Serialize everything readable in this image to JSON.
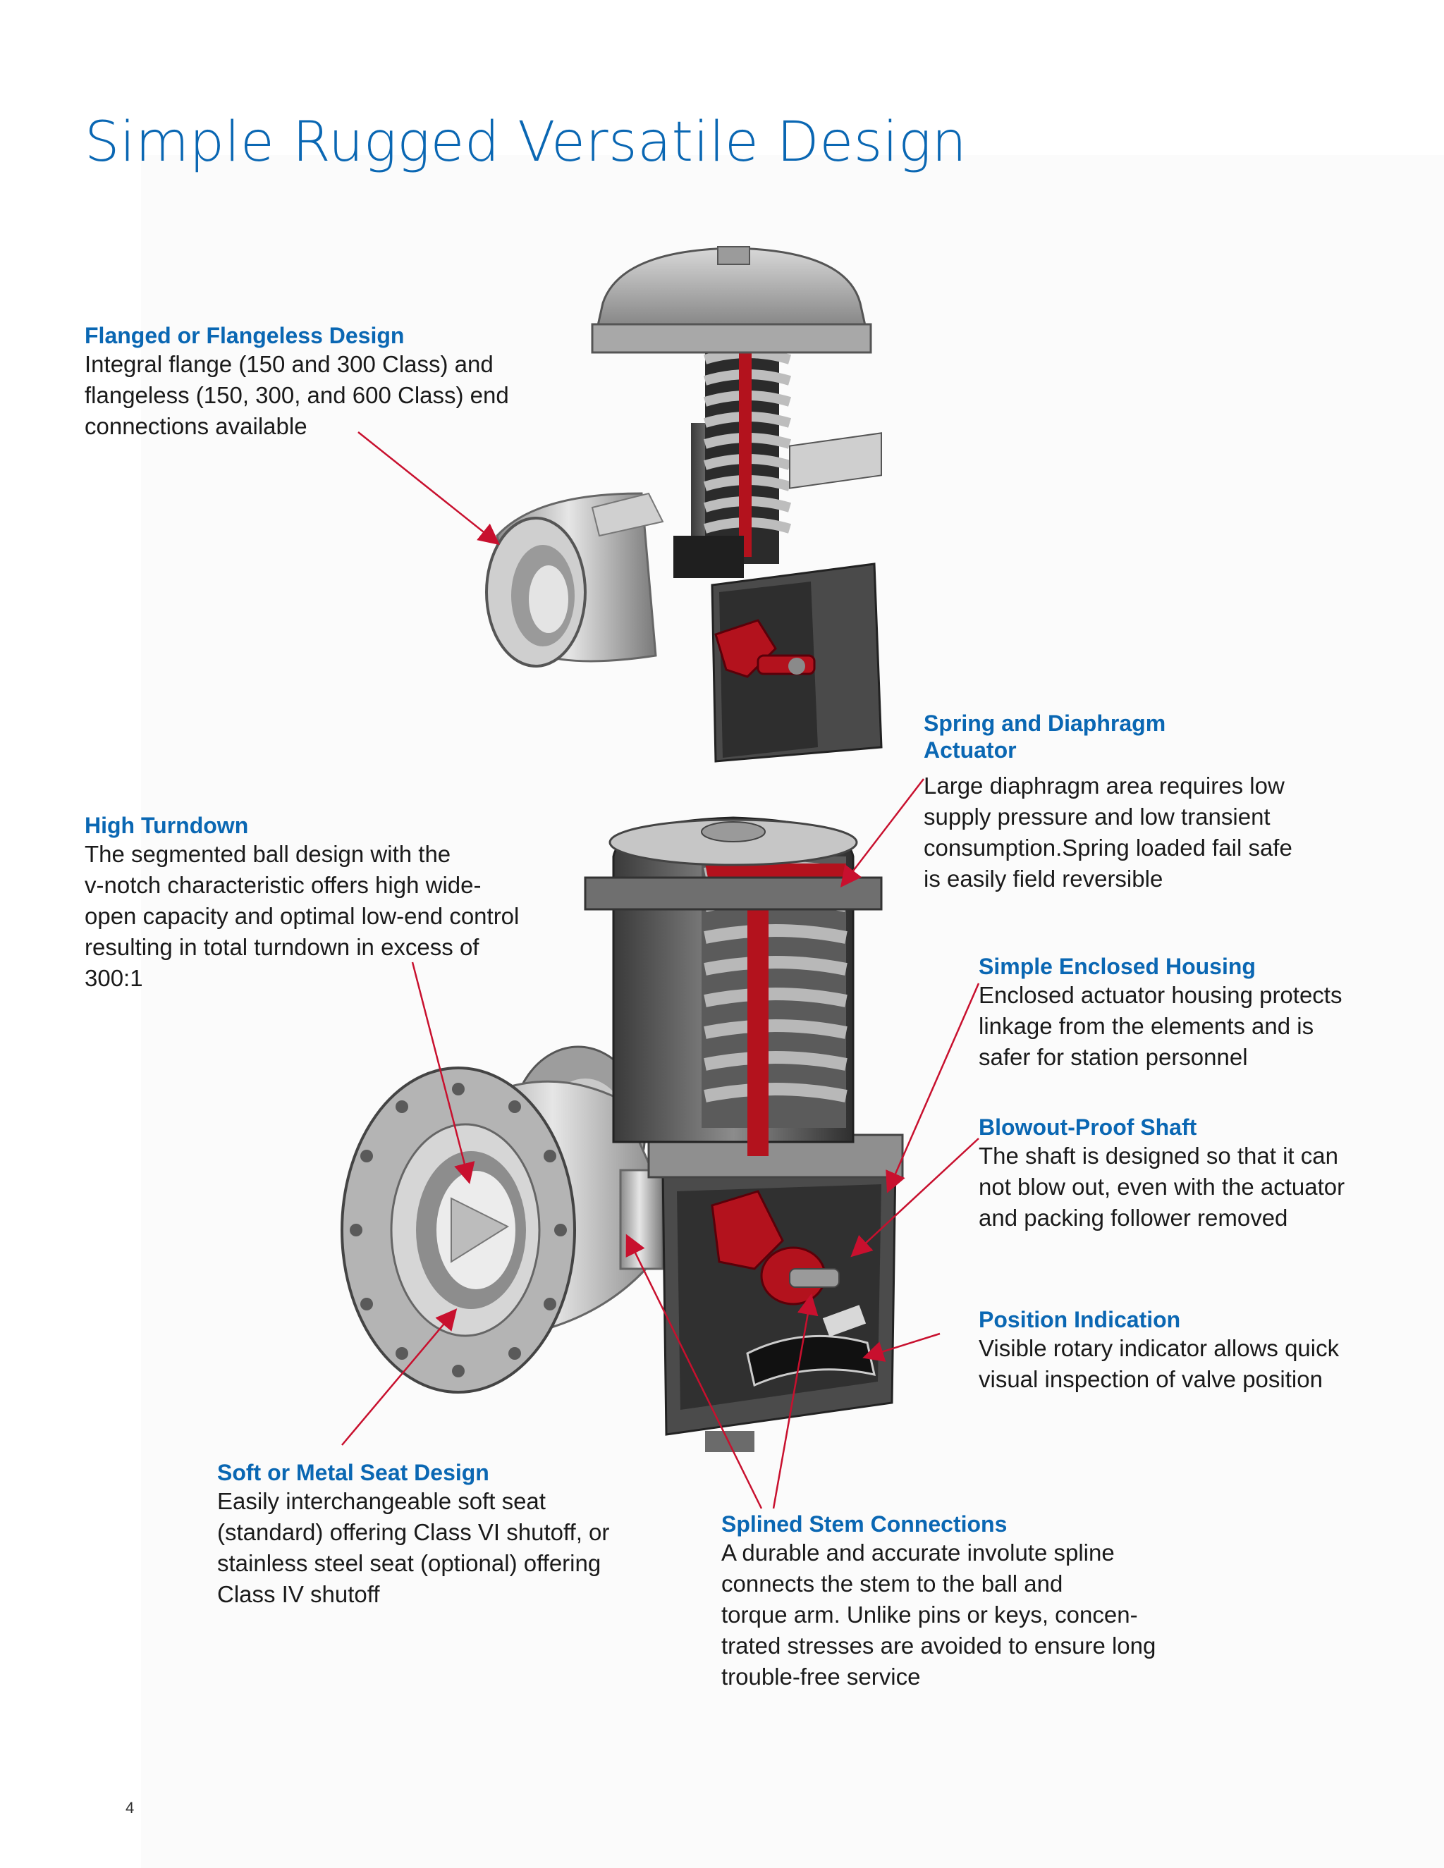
{
  "page": {
    "title": "Simple Rugged Versatile Design",
    "page_number": "4"
  },
  "colors": {
    "heading_blue": "#0a67b3",
    "leader_red": "#c8102e",
    "valve_red": "#b3121d"
  },
  "callouts": {
    "flanged": {
      "title": "Flanged or Flangeless Design",
      "body": "Integral flange (150 and 300 Class) and\nflangeless (150, 300, and 600 Class) end\nconnections available"
    },
    "high_turndown": {
      "title": "High Turndown",
      "body": "The segmented ball design with the\nv-notch characteristic offers high wide-\nopen capacity and optimal low-end control\nresulting in total turndown in excess of\n300:1"
    },
    "spring_diaphragm": {
      "title": "Spring and Diaphragm\nActuator",
      "body": "Large diaphragm area requires low\nsupply pressure and low transient\nconsumption.Spring loaded fail safe\nis easily field reversible"
    },
    "enclosed_housing": {
      "title": "Simple Enclosed Housing",
      "body": "Enclosed actuator housing protects\nlinkage from the elements and is\nsafer for station personnel"
    },
    "blowout_shaft": {
      "title": "Blowout-Proof Shaft",
      "body": "The shaft is designed so that it can\nnot blow out, even with the actuator\nand packing follower removed"
    },
    "position_indication": {
      "title": "Position Indication",
      "body": "Visible rotary indicator allows quick\nvisual inspection of valve position"
    },
    "soft_metal_seat": {
      "title": "Soft or Metal Seat Design",
      "body": "Easily interchangeable soft seat\n(standard) offering Class VI shutoff, or\nstainless steel seat (optional) offering\nClass IV shutoff"
    },
    "splined_stem": {
      "title": "Splined Stem Connections",
      "body": "A durable and accurate involute spline\nconnects the stem to the ball and\ntorque arm. Unlike pins or keys, concen-\ntrated stresses are avoided to ensure long\ntrouble-free service"
    }
  }
}
